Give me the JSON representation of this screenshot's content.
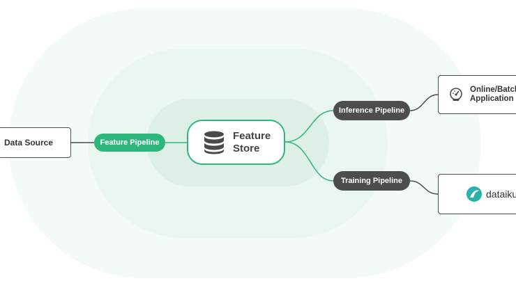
{
  "diagram": {
    "source": {
      "label": "Data Source"
    },
    "feature_pipeline": {
      "label": "Feature Pipeline"
    },
    "feature_store": {
      "label": "Feature\nStore",
      "icon": "database-icon"
    },
    "inference_pipeline": {
      "label": "Inference Pipeline"
    },
    "training_pipeline": {
      "label": "Training Pipeline"
    },
    "online_app": {
      "label": "Online/Batch\nApplication",
      "icon": "gauge-icon"
    },
    "dataiku": {
      "label": "dataiku",
      "icon": "dataiku-logo-icon"
    }
  },
  "colors": {
    "accent": "#2eb67d",
    "pill_dark": "#4d4d4d",
    "ring_outer": "#f4fbf7",
    "ring_mid": "#eaf7f0",
    "ring_inner": "#deefe6",
    "dataiku_teal": "#2ab1ac"
  }
}
